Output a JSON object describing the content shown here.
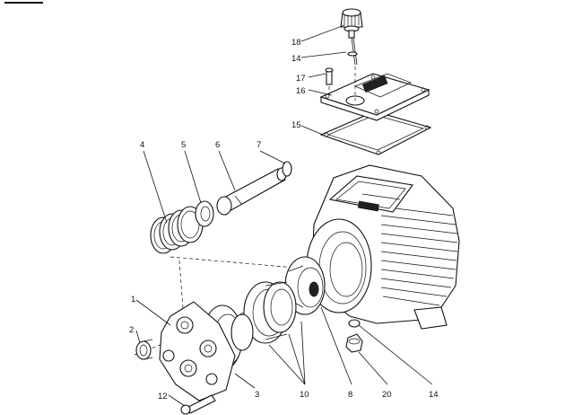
{
  "diagram": {
    "callouts": {
      "c1": "1",
      "c2": "2",
      "c3": "3",
      "c4": "4",
      "c5": "5",
      "c6": "6",
      "c7": "7",
      "c8": "8",
      "c10": "10",
      "c12": "12",
      "c14a": "14",
      "c14b": "14",
      "c15": "15",
      "c16": "16",
      "c17": "17",
      "c18": "18",
      "c20": "20"
    }
  }
}
